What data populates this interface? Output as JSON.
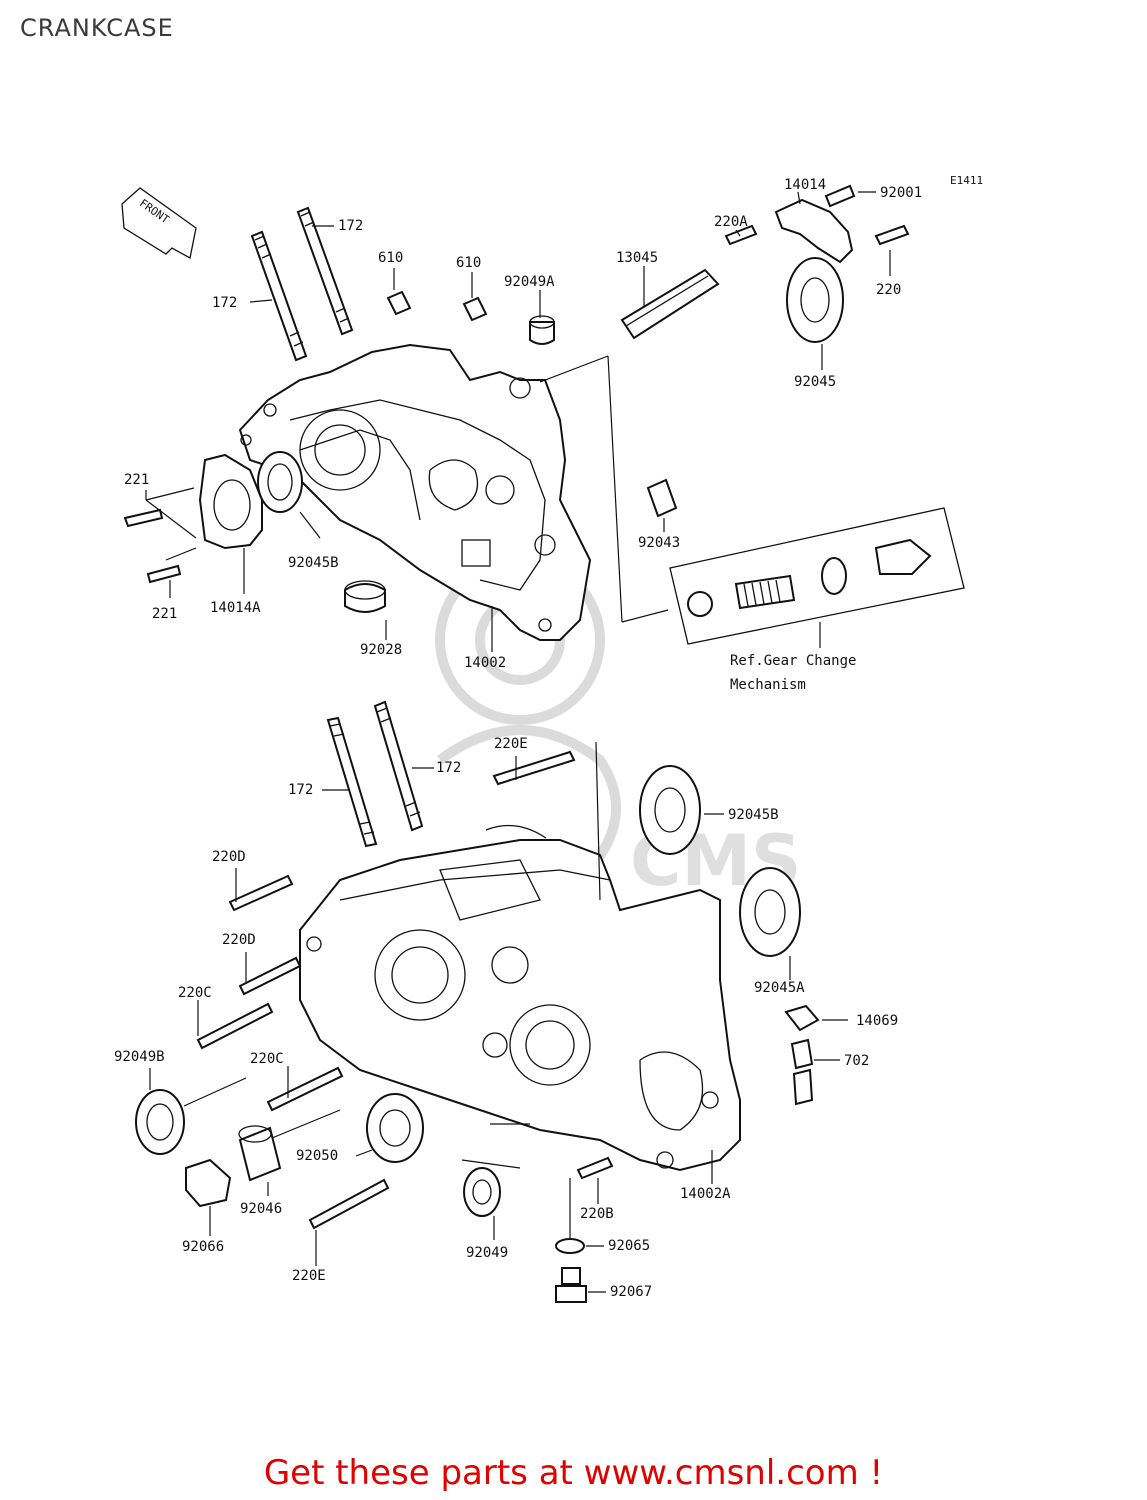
{
  "title": "CRANKCASE",
  "diagram_code": "E1411",
  "front_label": "FRONT",
  "note": "Ref.Gear Change Mechanism",
  "note_lines": [
    "Ref.Gear Change",
    "Mechanism"
  ],
  "callouts": {
    "c14014": "14014",
    "c92001": "92001",
    "c220A": "220A",
    "c220": "220",
    "c13045": "13045",
    "c92045_top": "92045",
    "c172_a": "172",
    "c172_b": "172",
    "c610_a": "610",
    "c610_b": "610",
    "c92049A": "92049A",
    "c221_a": "221",
    "c221_b": "221",
    "c14014A": "14014A",
    "c92045B_top": "92045B",
    "c92028": "92028",
    "c14002": "14002",
    "c92043": "92043",
    "c220E_top": "220E",
    "c172_c": "172",
    "c172_d": "172",
    "c92045B_bot": "92045B",
    "c220D_a": "220D",
    "c220D_b": "220D",
    "c220C_a": "220C",
    "c220C_b": "220C",
    "c92045A": "92045A",
    "c14069": "14069",
    "c702": "702",
    "c92049B": "92049B",
    "c92050": "92050",
    "c92046": "92046",
    "c92066": "92066",
    "c220E_bot": "220E",
    "c92049": "92049",
    "c220B": "220B",
    "c14002A": "14002A",
    "c92065": "92065",
    "c92067": "92067"
  },
  "watermark": "CMS",
  "promo_text": "Get these parts at www.cmsnl.com !",
  "colors": {
    "promo": "#e00000",
    "lines": "#111111",
    "watermark": "#d8d8d8"
  }
}
